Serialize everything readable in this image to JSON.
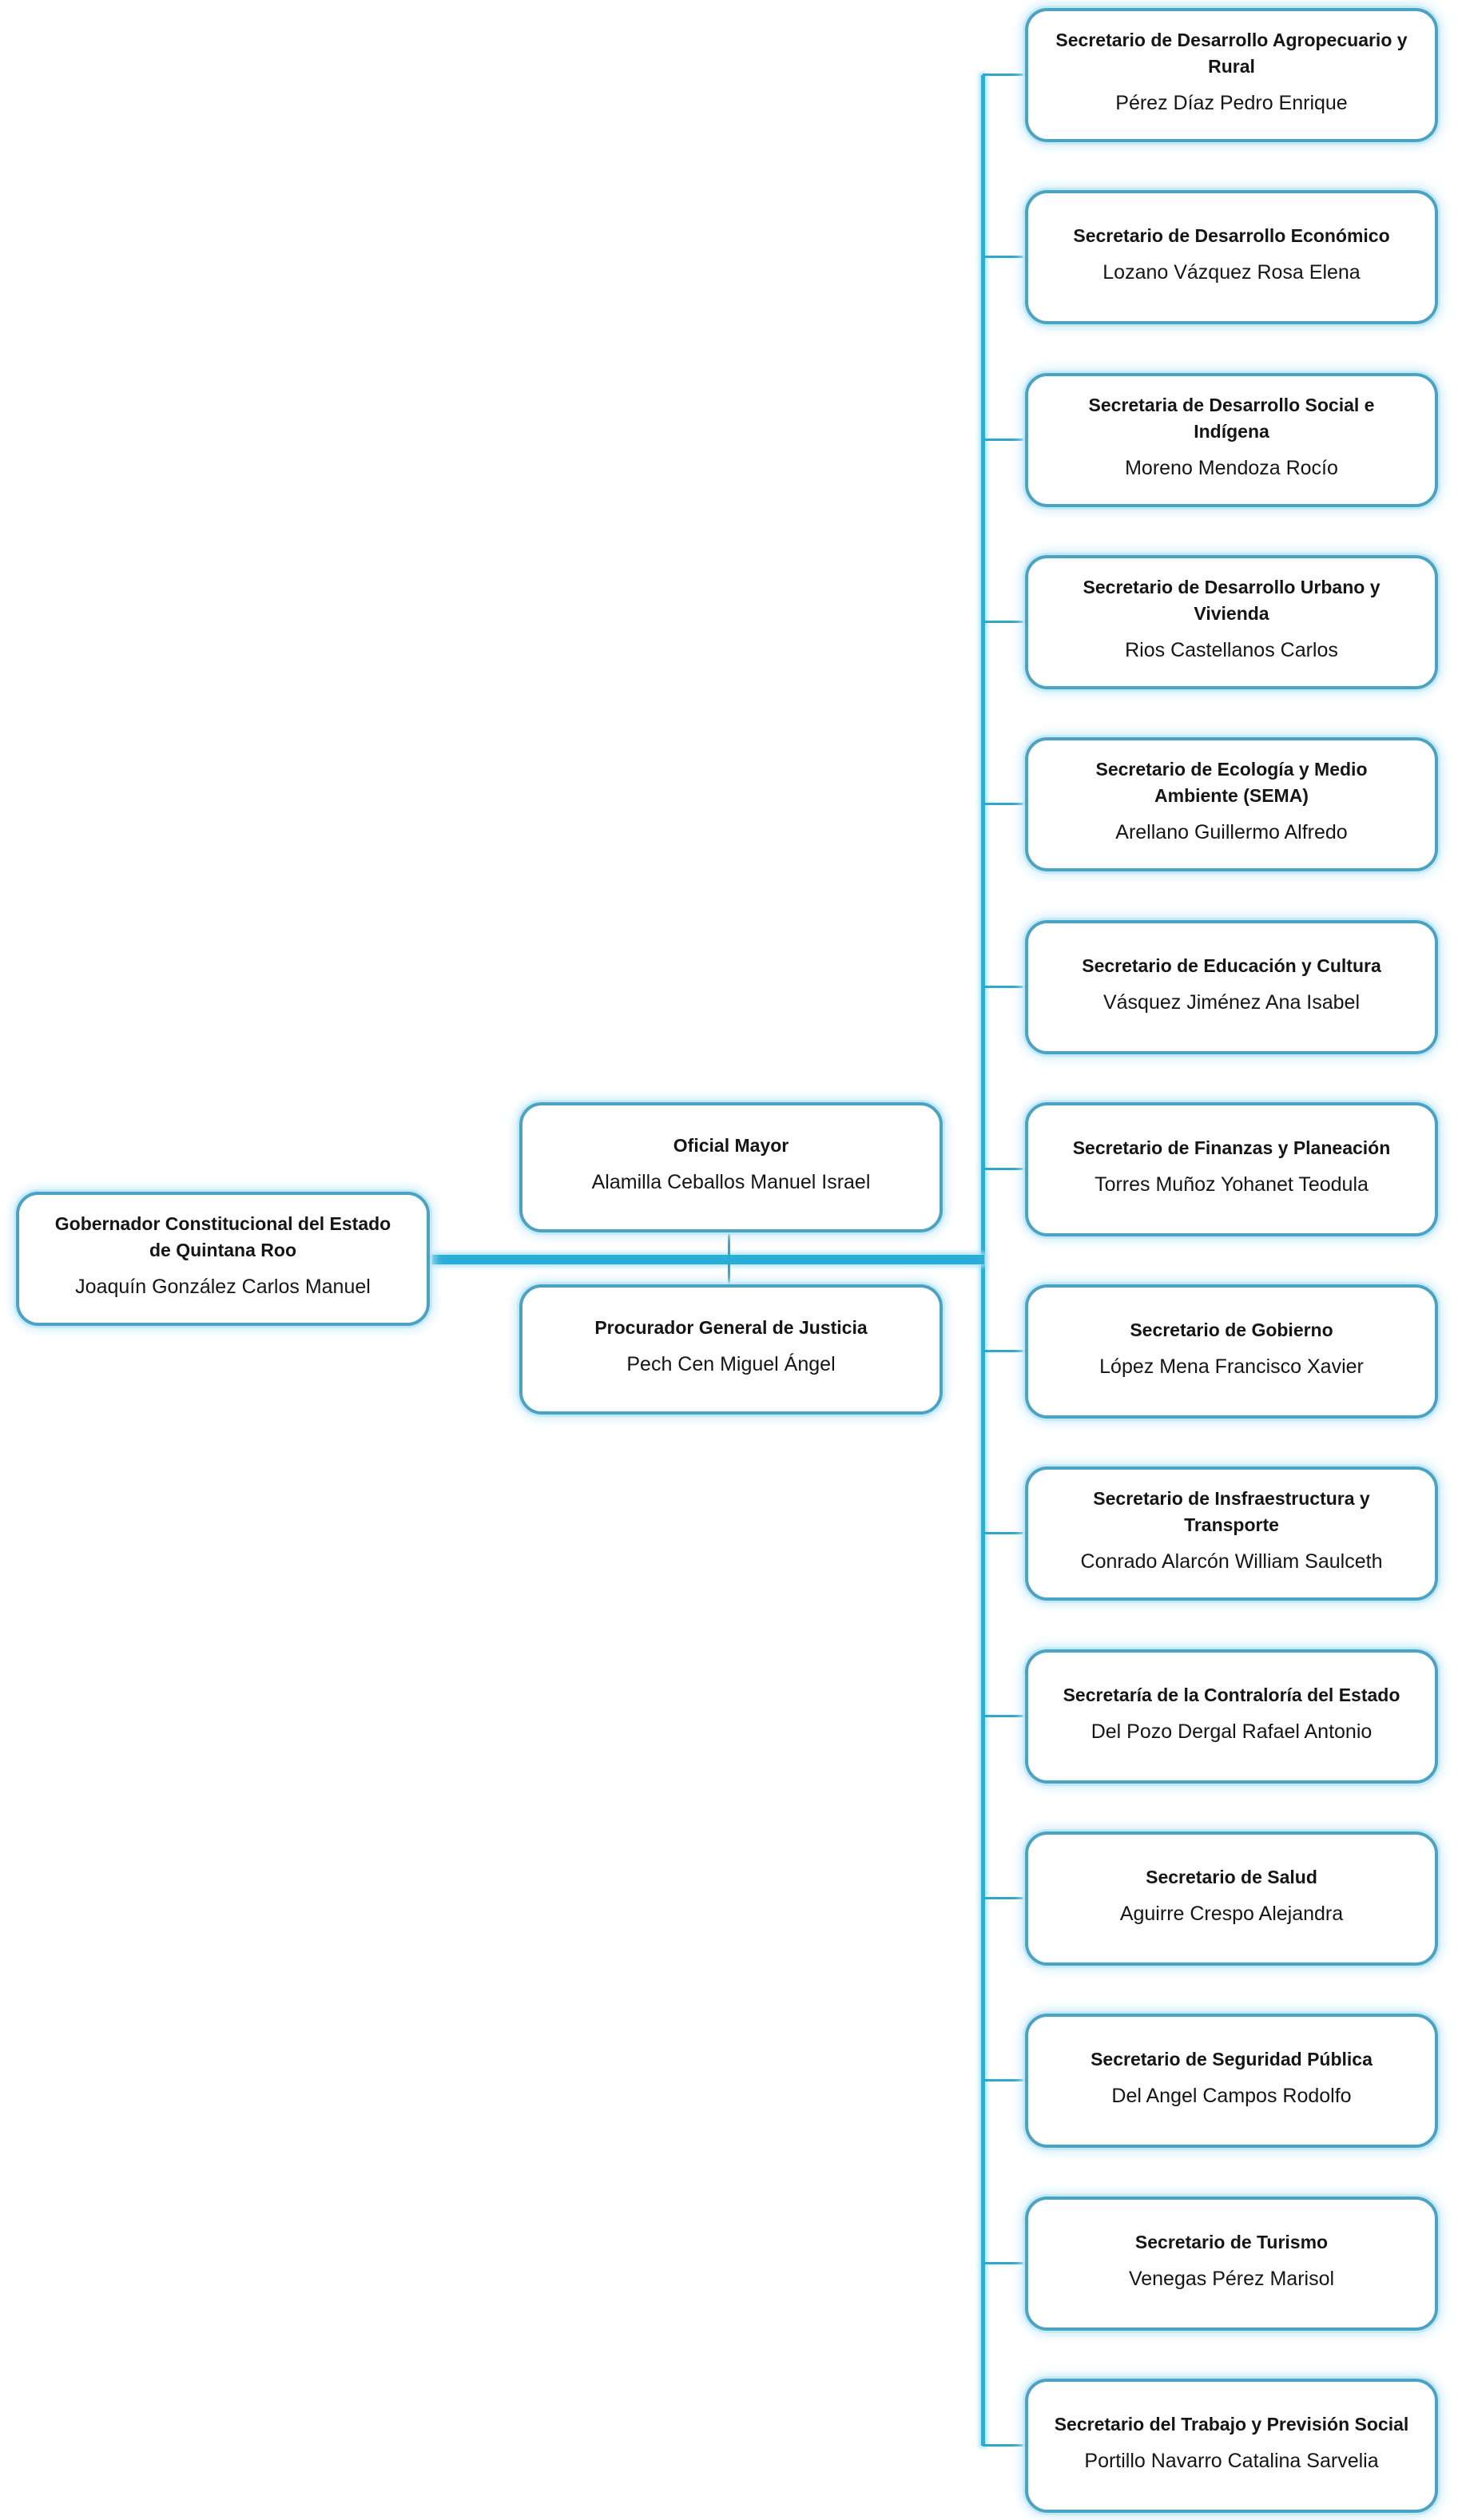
{
  "colors": {
    "connector_line": "#29aed7",
    "thin_connector": "#2fa6ca",
    "box_border": "#4aa3c2",
    "box_glow": "#bde7f5",
    "box_fill": "#ffffff",
    "text": "#151515",
    "background": "#ffffff"
  },
  "org_chart": {
    "governor": {
      "title": "Gobernador Constitucional del Estado de Quintana Roo",
      "name": "Joaquín González Carlos Manuel"
    },
    "staff": [
      {
        "title": "Oficial Mayor",
        "name": "Alamilla Ceballos Manuel Israel"
      },
      {
        "title": "Procurador General de Justicia",
        "name": "Pech Cen Miguel Ángel"
      }
    ],
    "secretaries": [
      {
        "title": "Secretario de Desarrollo Agropecuario y Rural",
        "name": "Pérez Díaz Pedro Enrique"
      },
      {
        "title": "Secretario de Desarrollo Económico",
        "name": "Lozano Vázquez Rosa Elena"
      },
      {
        "title": "Secretaria de Desarrollo Social e Indígena",
        "name": "Moreno Mendoza Rocío"
      },
      {
        "title": "Secretario de Desarrollo Urbano y Vivienda",
        "name": "Rios Castellanos Carlos"
      },
      {
        "title": "Secretario de Ecología y Medio Ambiente (SEMA)",
        "name": "Arellano Guillermo Alfredo"
      },
      {
        "title": "Secretario de Educación y Cultura",
        "name": "Vásquez Jiménez Ana Isabel"
      },
      {
        "title": "Secretario de Finanzas y Planeación",
        "name": "Torres Muñoz Yohanet Teodula"
      },
      {
        "title": "Secretario de Gobierno",
        "name": "López Mena Francisco Xavier"
      },
      {
        "title": "Secretario de Insfraestructura y Transporte",
        "name": "Conrado Alarcón William Saulceth"
      },
      {
        "title": "Secretaría de la Contraloría del Estado",
        "name": "Del Pozo Dergal Rafael Antonio"
      },
      {
        "title": "Secretario de Salud",
        "name": "Aguirre Crespo Alejandra"
      },
      {
        "title": "Secretario de Seguridad Pública",
        "name": "Del Angel Campos Rodolfo"
      },
      {
        "title": "Secretario de Turismo",
        "name": "Venegas Pérez Marisol"
      },
      {
        "title": "Secretario del Trabajo y Previsión Social",
        "name": "Portillo Navarro Catalina Sarvelia"
      }
    ]
  }
}
